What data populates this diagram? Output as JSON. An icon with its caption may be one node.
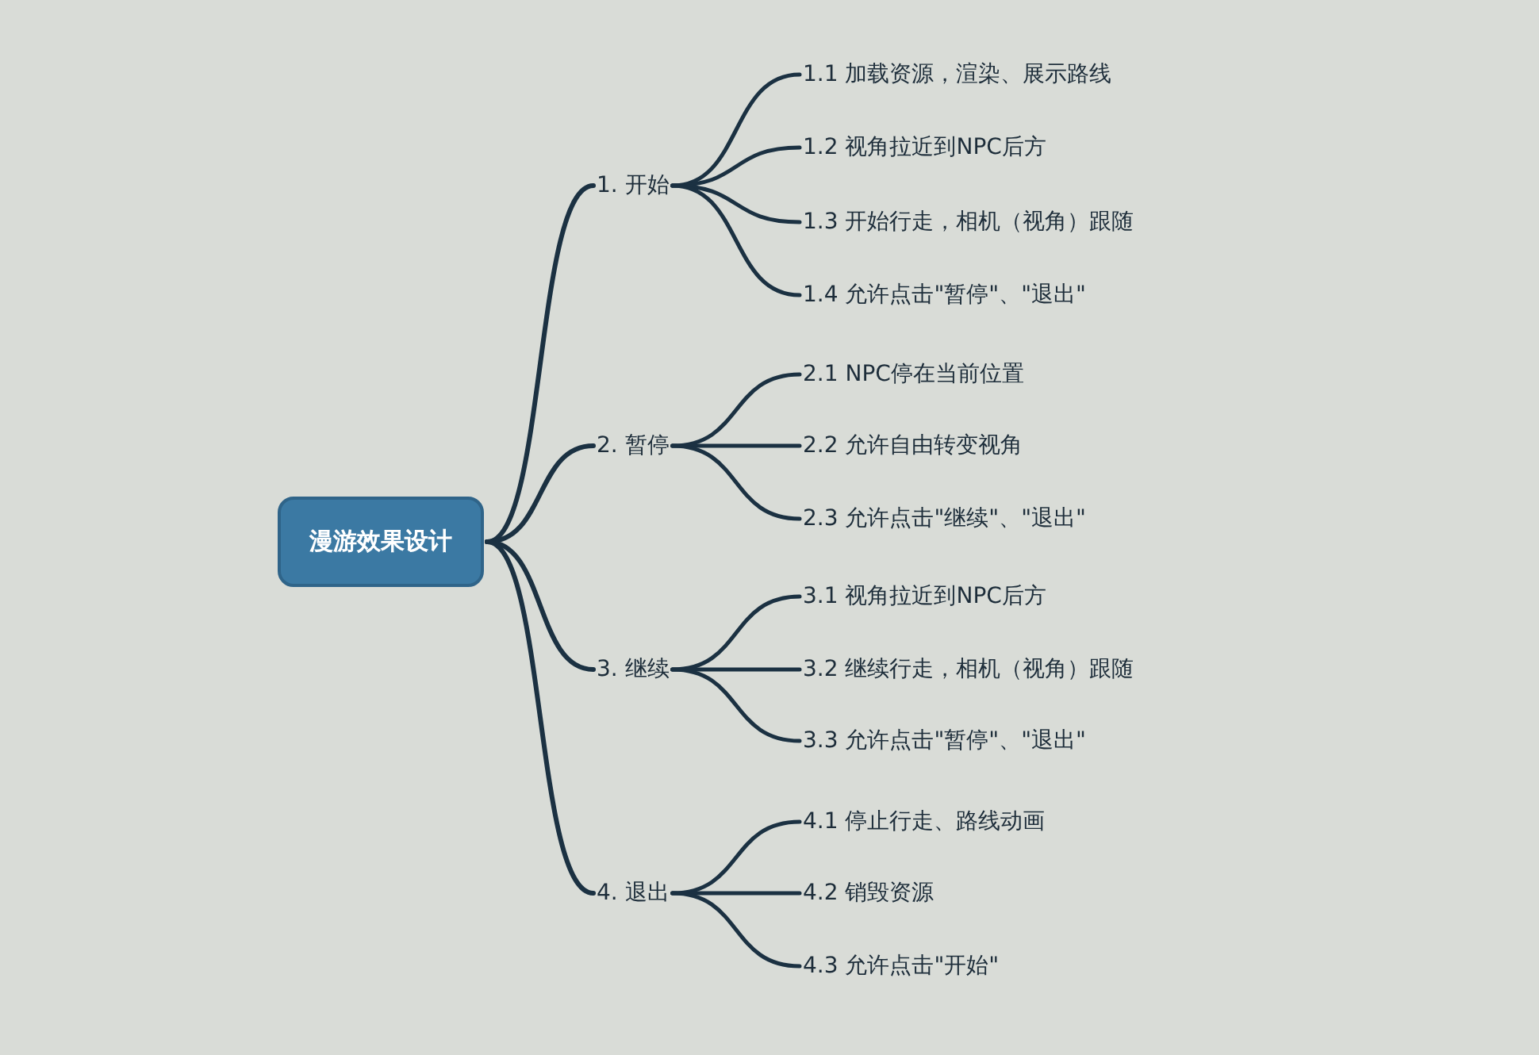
{
  "diagram": {
    "nodes": [
      {
        "text": [
          "漫游效果设计"
        ]
      },
      {
        "text": [
          "1. 开始"
        ]
      },
      {
        "text": [
          "1.1 加载资源，渲染、展示路线"
        ]
      },
      {
        "text": [
          "1.2 视角拉近到NPC后方"
        ]
      },
      {
        "text": [
          "1.3 开始行走，相机（视角）跟随"
        ]
      },
      {
        "text": [
          "1.4 允许点击\"暂停\"、\"退出\""
        ]
      },
      {
        "text": [
          "2. 暂停"
        ]
      },
      {
        "text": [
          "2.1 NPC停在当前位置"
        ]
      },
      {
        "text": [
          "2.2 允许自由转变视角"
        ]
      },
      {
        "text": [
          "2.3 允许点击\"继续\"、\"退出\""
        ]
      },
      {
        "text": [
          "3. 继续"
        ]
      },
      {
        "text": [
          "3.1 视角拉近到NPC后方"
        ]
      },
      {
        "text": [
          "3.2 继续行走，相机（视角）跟随"
        ]
      },
      {
        "text": [
          "3.3 允许点击\"暂停\"、\"退出\""
        ]
      },
      {
        "text": [
          "4. 退出"
        ]
      },
      {
        "text": [
          "4.1 停止行走、路线动画"
        ]
      },
      {
        "text": [
          "4.2 销毁资源"
        ]
      },
      {
        "text": [
          "4.3 允许点击\"开始\""
        ]
      }
    ],
    "edges": [
      {
        "from": 0,
        "to": 1,
        "arrow": "none"
      },
      {
        "from": 0,
        "to": 6,
        "arrow": "none"
      },
      {
        "from": 0,
        "to": 10,
        "arrow": "none"
      },
      {
        "from": 0,
        "to": 14,
        "arrow": "none"
      },
      {
        "from": 1,
        "to": 2,
        "arrow": "none"
      },
      {
        "from": 1,
        "to": 3,
        "arrow": "none"
      },
      {
        "from": 1,
        "to": 4,
        "arrow": "none"
      },
      {
        "from": 1,
        "to": 5,
        "arrow": "none"
      },
      {
        "from": 6,
        "to": 7,
        "arrow": "none"
      },
      {
        "from": 6,
        "to": 8,
        "arrow": "none"
      },
      {
        "from": 6,
        "to": 9,
        "arrow": "none"
      },
      {
        "from": 10,
        "to": 11,
        "arrow": "none"
      },
      {
        "from": 10,
        "to": 12,
        "arrow": "none"
      },
      {
        "from": 10,
        "to": 13,
        "arrow": "none"
      },
      {
        "from": 14,
        "to": 15,
        "arrow": "none"
      },
      {
        "from": 14,
        "to": 16,
        "arrow": "none"
      },
      {
        "from": 14,
        "to": 17,
        "arrow": "none"
      }
    ]
  }
}
